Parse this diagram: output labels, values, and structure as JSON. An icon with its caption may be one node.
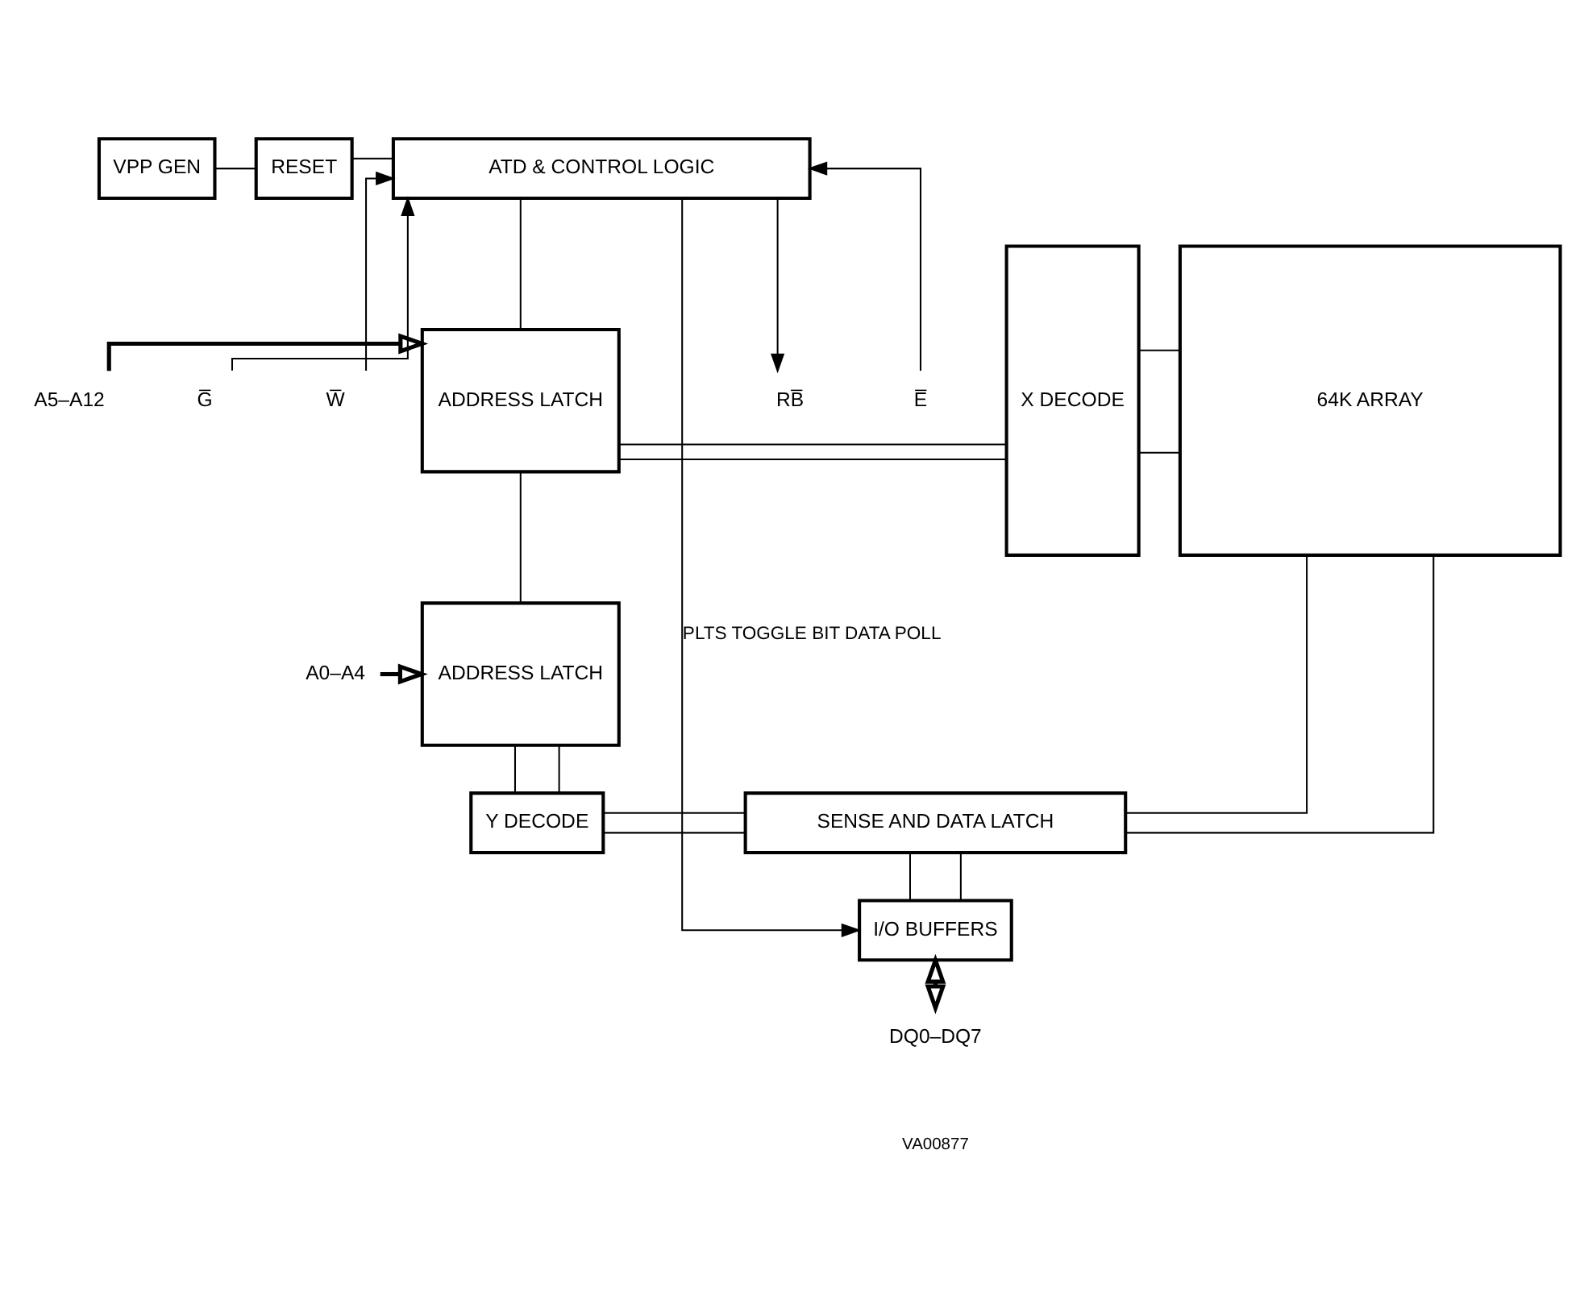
{
  "diagram": {
    "nodes": [
      {
        "text": [
          "VPP GEN"
        ]
      },
      {
        "text": [
          "RESET"
        ]
      },
      {
        "text": [
          "ATD & CONTROL LOGIC"
        ]
      },
      {
        "text": [
          "ADDRESS LATCH"
        ]
      },
      {
        "text": [
          "ADDRESS LATCH"
        ]
      },
      {
        "text": [
          "X DECODE"
        ]
      },
      {
        "text": [
          "64K ARRAY"
        ]
      },
      {
        "text": [
          "Y DECODE"
        ]
      },
      {
        "text": [
          "SENSE AND DATA LATCH"
        ]
      },
      {
        "text": [
          "I/O BUFFERS"
        ]
      },
      {
        "text": [
          "RB̅"
        ]
      },
      {
        "text": [
          "E̅"
        ]
      },
      {
        "text": [
          "G̅"
        ]
      },
      {
        "text": [
          "W̅"
        ]
      },
      {
        "text": [
          "A5–A12"
        ]
      },
      {
        "text": [
          "A0–A4"
        ]
      },
      {
        "text": [
          "DQ0–DQ7"
        ]
      }
    ],
    "edges": [
      {
        "from": 0,
        "to": 1,
        "arrow": "none"
      },
      {
        "from": 1,
        "to": 2,
        "arrow": "none"
      },
      {
        "from": 2,
        "to": 10,
        "arrow": "to"
      },
      {
        "from": 11,
        "to": 2,
        "arrow": "to"
      },
      {
        "from": 12,
        "to": 2,
        "arrow": "to"
      },
      {
        "from": 13,
        "to": 2,
        "arrow": "to"
      },
      {
        "from": 2,
        "to": 3,
        "arrow": "none"
      },
      {
        "from": 2,
        "to": 9,
        "arrow": "to",
        "label": "PLTS TOGGLE BIT DATA POLL"
      },
      {
        "from": 14,
        "to": 3,
        "arrow": "to",
        "style": "thick"
      },
      {
        "from": 15,
        "to": 4,
        "arrow": "to",
        "style": "thick"
      },
      {
        "from": 3,
        "to": 4,
        "arrow": "none"
      },
      {
        "from": 3,
        "to": 5,
        "arrow": "none"
      },
      {
        "from": 3,
        "to": 5,
        "arrow": "none"
      },
      {
        "from": 5,
        "to": 6,
        "arrow": "none"
      },
      {
        "from": 5,
        "to": 6,
        "arrow": "none"
      },
      {
        "from": 4,
        "to": 7,
        "arrow": "none"
      },
      {
        "from": 4,
        "to": 7,
        "arrow": "none"
      },
      {
        "from": 7,
        "to": 8,
        "arrow": "none"
      },
      {
        "from": 7,
        "to": 8,
        "arrow": "none"
      },
      {
        "from": 6,
        "to": 8,
        "arrow": "none"
      },
      {
        "from": 6,
        "to": 8,
        "arrow": "none"
      },
      {
        "from": 8,
        "to": 9,
        "arrow": "none"
      },
      {
        "from": 8,
        "to": 9,
        "arrow": "none"
      },
      {
        "from": 9,
        "to": 16,
        "arrow": "both",
        "style": "thick"
      }
    ],
    "labels": [
      "VA00877"
    ]
  }
}
